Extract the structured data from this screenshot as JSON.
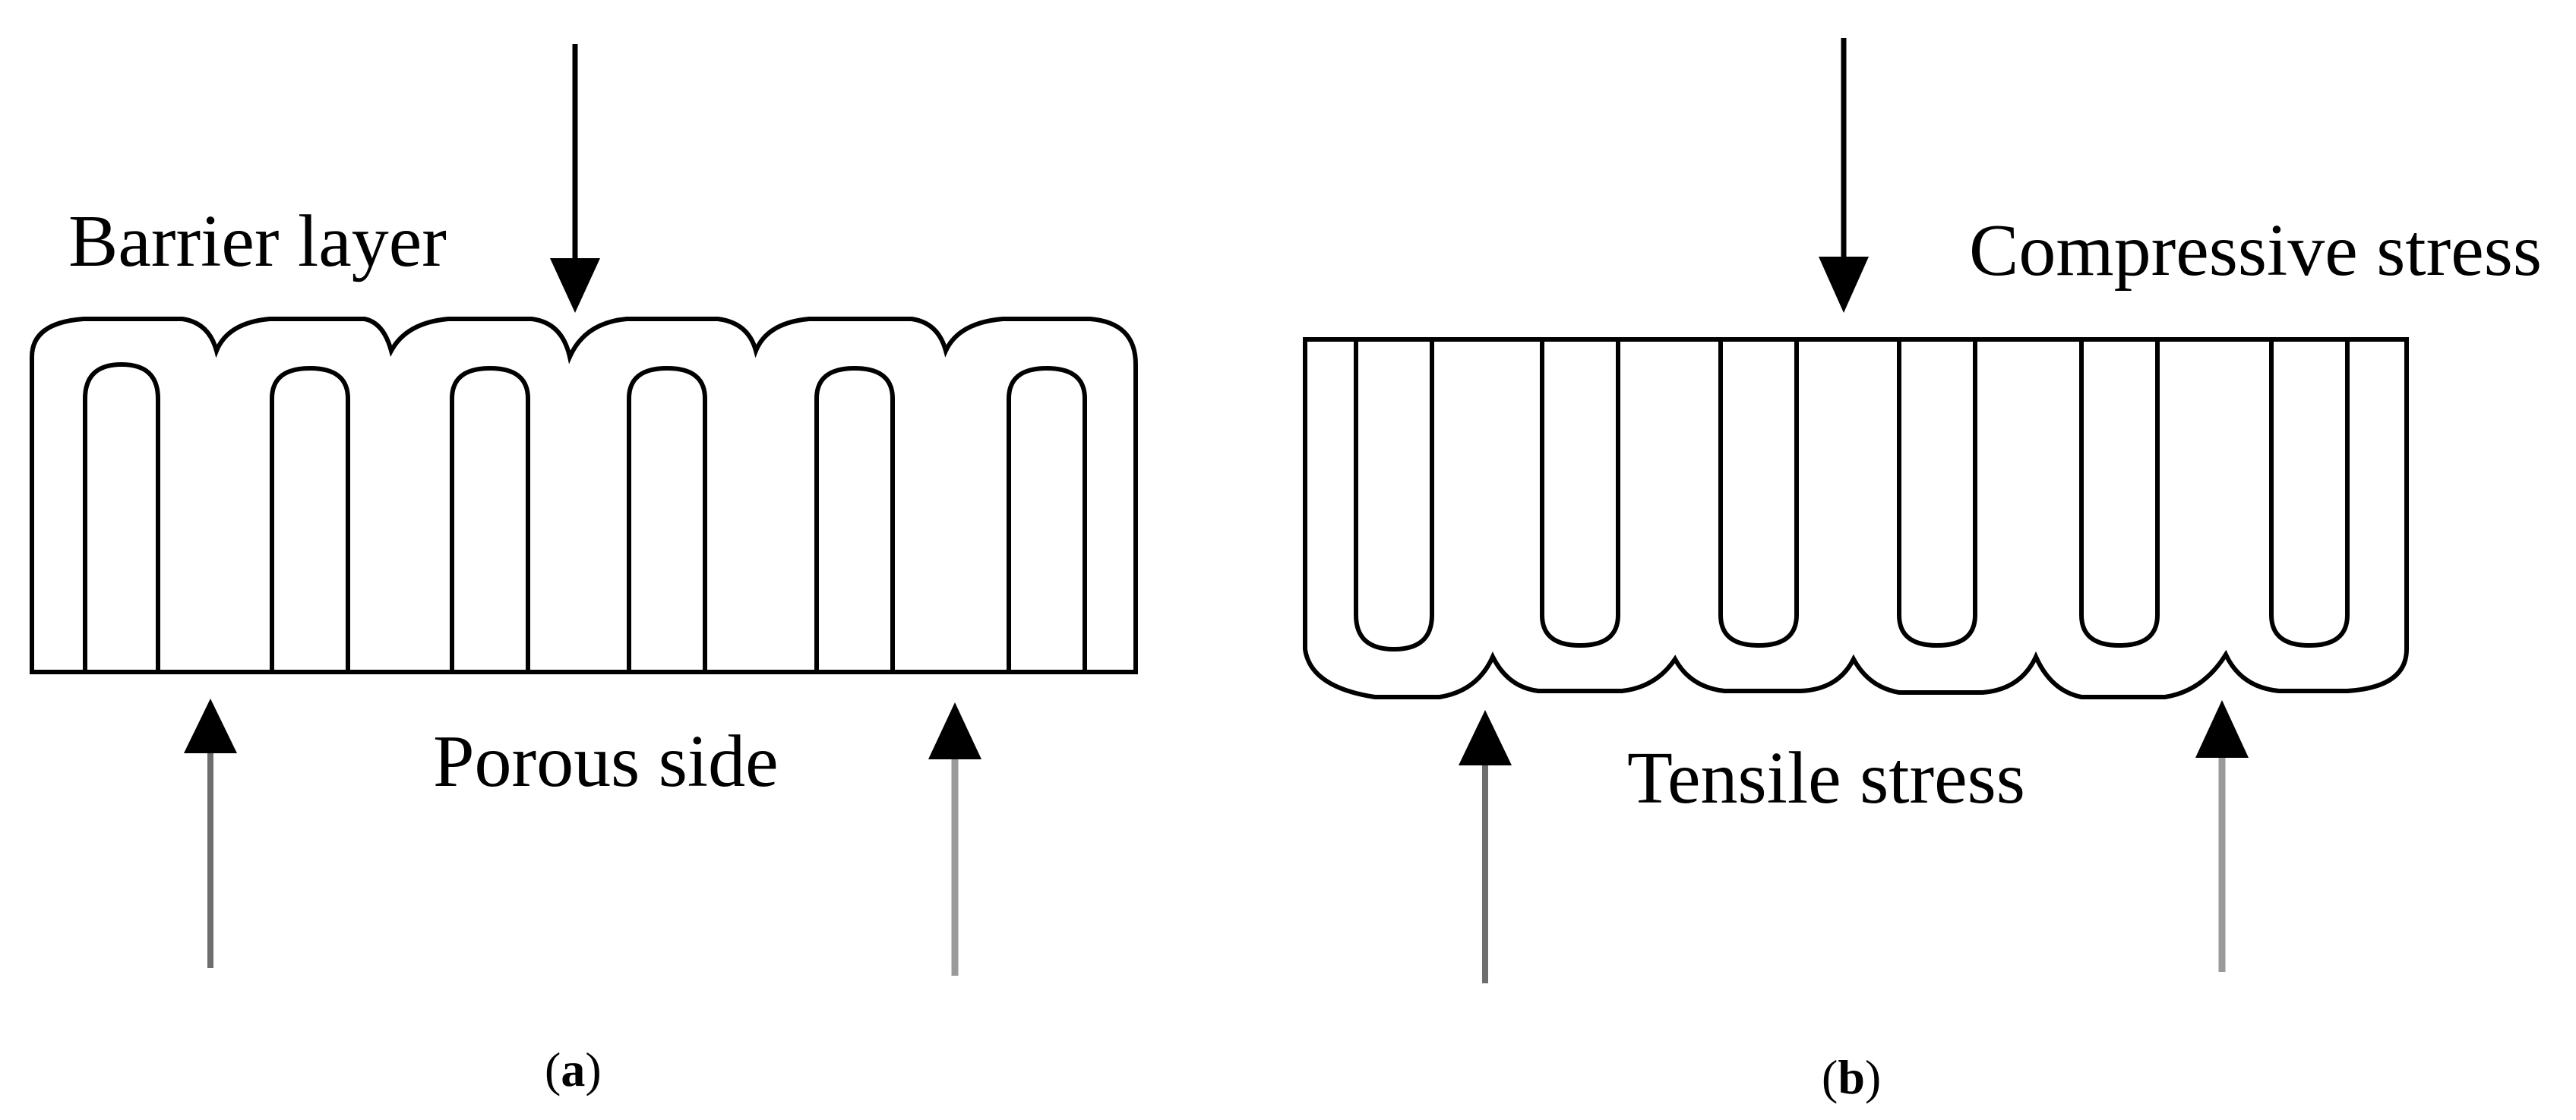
{
  "panel_a": {
    "label_top": "Barrier layer",
    "label_bottom": "Porous side",
    "caption_open": "(",
    "caption_letter": "a",
    "caption_close": ")"
  },
  "panel_b": {
    "label_top": "Compressive stress",
    "label_bottom": "Tensile stress",
    "caption_open": "(",
    "caption_letter": "b",
    "caption_close": ")"
  },
  "colors": {
    "ink": "#000000",
    "arrow_dark": "#000000",
    "arrow_gray": "#7a7a7a",
    "arrow_light_gray": "#9a9a9a",
    "background": "#ffffff"
  }
}
